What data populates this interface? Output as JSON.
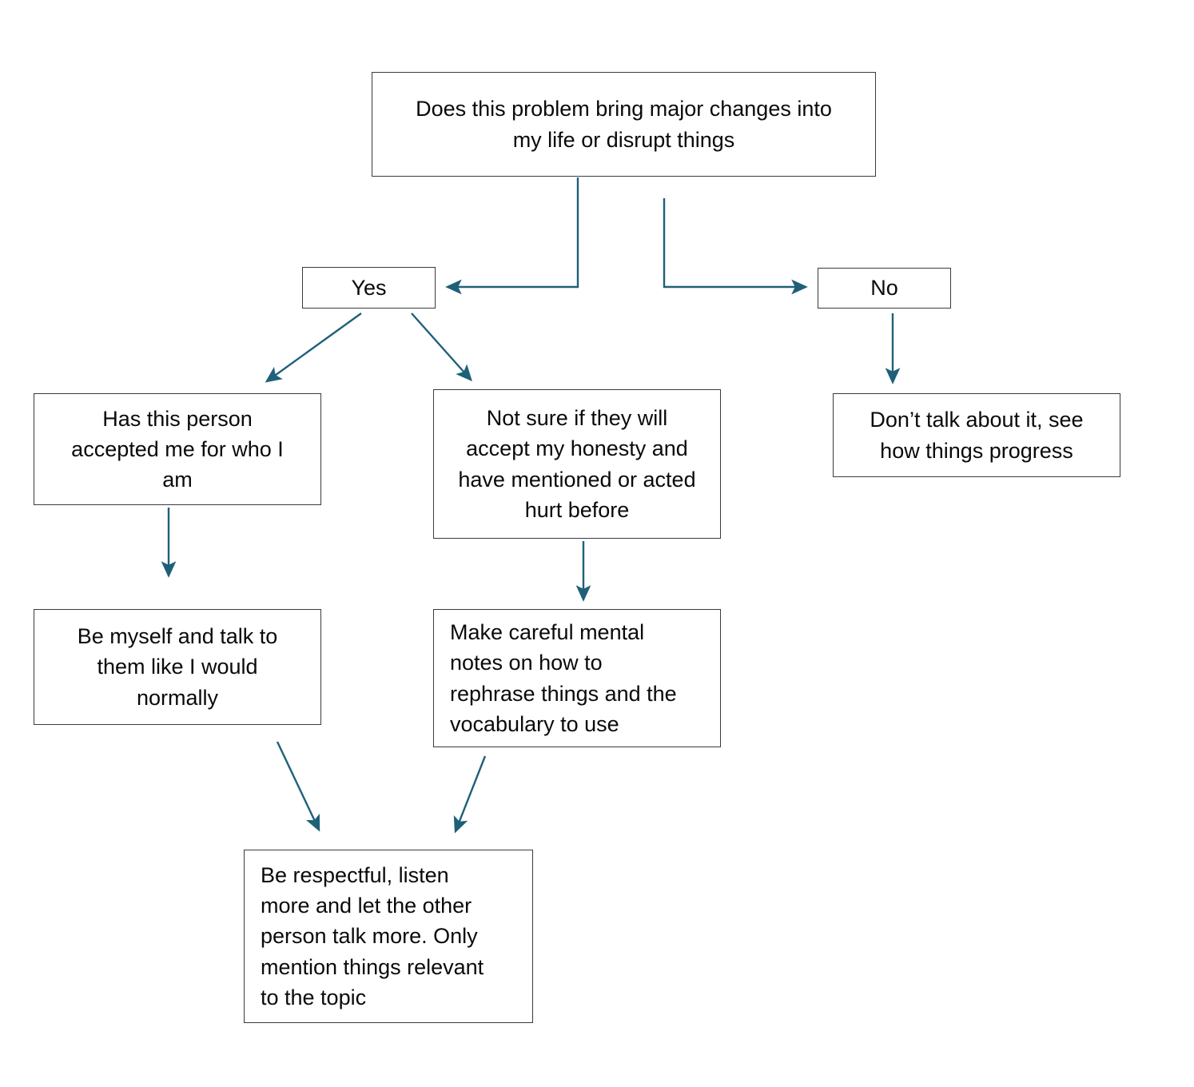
{
  "diagram": {
    "title_text": "Does this problem bring major changes into my life or disrupt things",
    "accent_color": "#1f6079",
    "border_color": "#3b3b3b",
    "background_color": "#ffffff",
    "nodes": {
      "root": "Does this problem bring major changes into\nmy life or disrupt things",
      "yes": "Yes",
      "no": "No",
      "accepted": "Has this person\naccepted me for who I\nam",
      "not_sure": "Not sure if they will\naccept my honesty and\nhave mentioned or acted\nhurt before",
      "dont_talk": "Don’t talk about it, see\nhow things progress",
      "be_myself": "Be myself and talk to\nthem like I would\nnormally",
      "mental_notes": "Make careful mental\nnotes on how to\nrephrase things and the\nvocabulary to use",
      "be_respectful": "Be respectful, listen\nmore and let the other\nperson talk more. Only\nmention things relevant\nto the topic"
    },
    "edges": [
      {
        "from": "root",
        "to": "yes",
        "style": "elbow-left"
      },
      {
        "from": "root",
        "to": "no",
        "style": "elbow-right"
      },
      {
        "from": "yes",
        "to": "accepted",
        "style": "diagonal"
      },
      {
        "from": "yes",
        "to": "not_sure",
        "style": "diagonal"
      },
      {
        "from": "no",
        "to": "dont_talk",
        "style": "vertical"
      },
      {
        "from": "accepted",
        "to": "be_myself",
        "style": "vertical"
      },
      {
        "from": "not_sure",
        "to": "mental_notes",
        "style": "vertical"
      },
      {
        "from": "be_myself",
        "to": "be_respectful",
        "style": "diagonal"
      },
      {
        "from": "mental_notes",
        "to": "be_respectful",
        "style": "diagonal"
      }
    ]
  }
}
